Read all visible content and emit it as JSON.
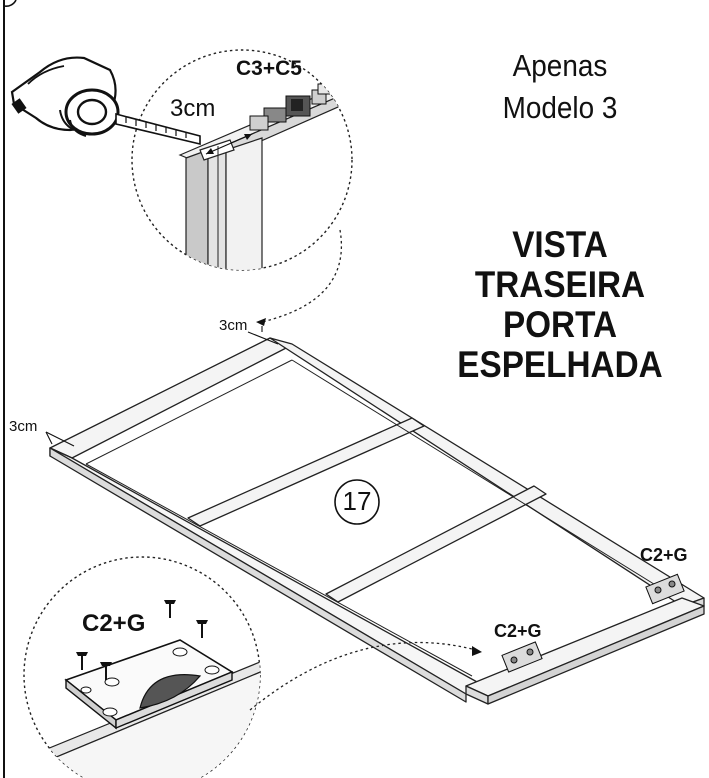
{
  "header": {
    "title_line1": "Apenas",
    "title_line2": "Modelo 3"
  },
  "view_label": {
    "lines": [
      "VISTA",
      "TRASEIRA",
      "PORTA",
      "ESPELHADA"
    ]
  },
  "detail_top": {
    "part_label": "C3+C5",
    "measure_label": "3cm"
  },
  "frame": {
    "measure_top": "3cm",
    "measure_left": "3cm",
    "step_number": "17",
    "hinge_right_label": "C2+G",
    "hinge_mid_label": "C2+G"
  },
  "detail_bottom": {
    "part_label": "C2+G"
  }
}
